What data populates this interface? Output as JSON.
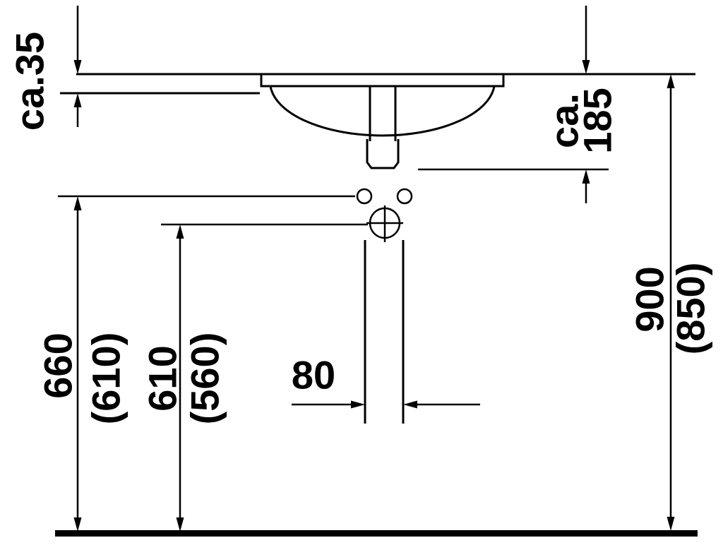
{
  "drawing": {
    "name": "undercounter-basin-installation-diagram",
    "background": "#ffffff",
    "stroke_color": "#000000",
    "dimensions": {
      "countertop_thickness": {
        "label": "ca.35"
      },
      "basin_depth": {
        "prefix": "ca.",
        "value": "185"
      },
      "height_holes": {
        "value": "660",
        "alt": "(610)"
      },
      "height_mixer": {
        "value": "610",
        "alt": "(560)"
      },
      "drain_width": {
        "value": "80"
      },
      "total_height": {
        "value": "900",
        "alt": "(850)"
      }
    }
  }
}
